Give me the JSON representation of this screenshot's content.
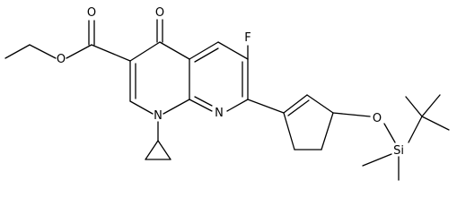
{
  "molecule": {
    "atoms": {
      "o_carbonyl_ester": "O",
      "o_ether_ester": "O",
      "o_ketone": "O",
      "f": "F",
      "n1": "N",
      "n8": "N",
      "o_silyl_ether": "O",
      "si": "Si"
    }
  },
  "colors": {
    "bond": "#000000",
    "label": "#000000",
    "background": "#ffffff"
  }
}
